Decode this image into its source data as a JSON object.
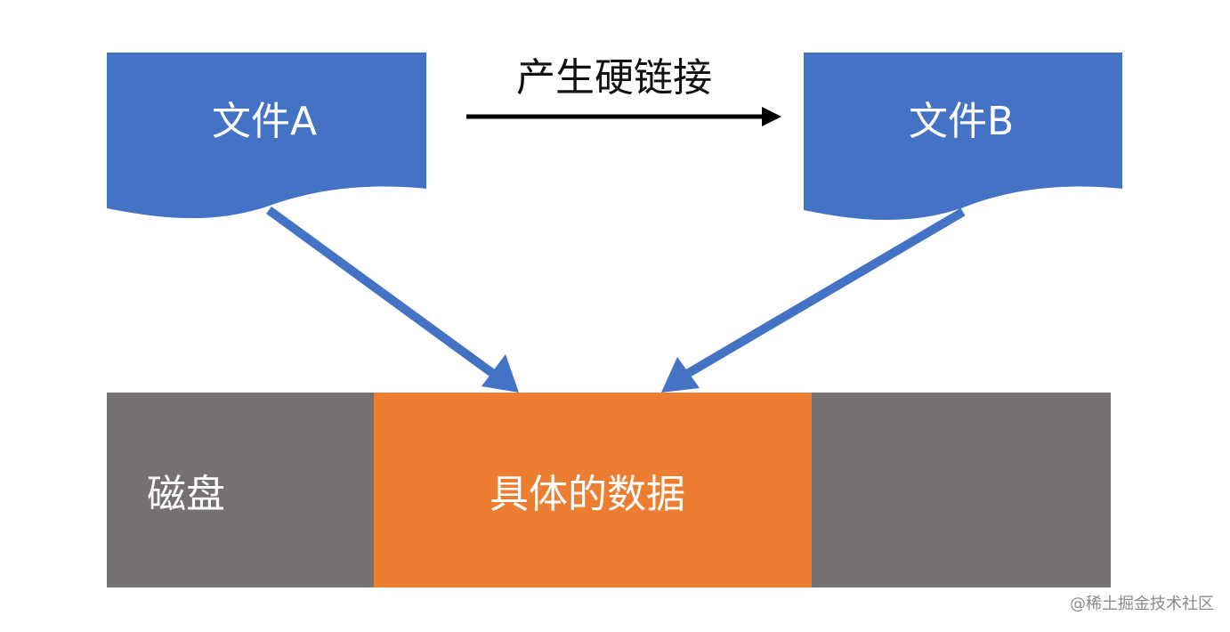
{
  "file_a": {
    "label": "文件A"
  },
  "file_b": {
    "label": "文件B"
  },
  "link": {
    "label": "产生硬链接"
  },
  "disk": {
    "label": "磁盘",
    "data_label": "具体的数据"
  },
  "watermark": {
    "text": "@稀土掘金技术社区"
  },
  "colors": {
    "document": "#4472c4",
    "arrow_blue": "#4472c4",
    "disk_gray": "#767171",
    "data_orange": "#ed7d31",
    "arrow_black": "#000000",
    "text_white": "#ffffff"
  }
}
